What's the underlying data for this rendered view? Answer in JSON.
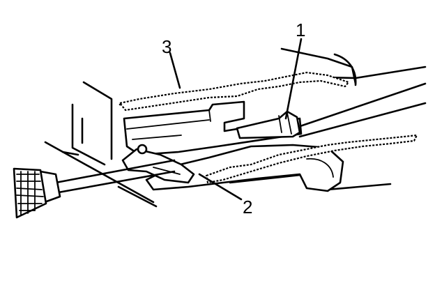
{
  "callouts": [
    {
      "id": "callout-1",
      "label": "1"
    },
    {
      "id": "callout-2",
      "label": "2"
    },
    {
      "id": "callout-3",
      "label": "3"
    }
  ],
  "icons": {
    "tool_handle": "pry-tool-handle-icon"
  }
}
